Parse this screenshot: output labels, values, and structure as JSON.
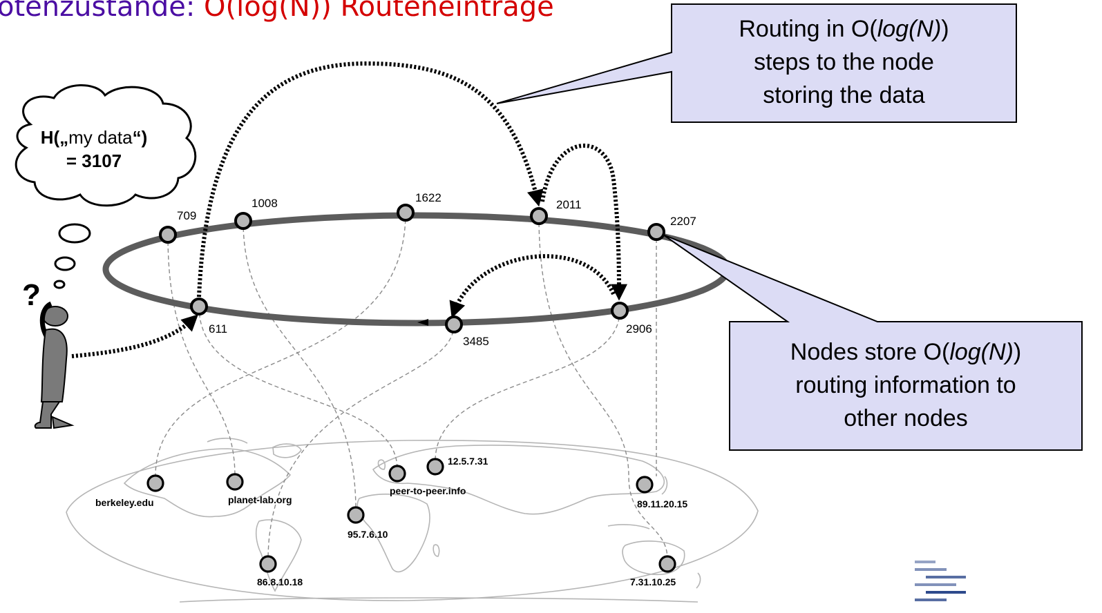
{
  "title": {
    "main_text": "otenzustände: ",
    "accent_text": "O(log(N)) Routeneinträge",
    "main_color": "#4b0ea3",
    "accent_color": "#d40000"
  },
  "callouts": {
    "routing": {
      "line1_pre": "Routing in O(",
      "line1_italic": "log(N)",
      "line1_post": ")",
      "line2": "steps to the node",
      "line3": "storing the data"
    },
    "storage": {
      "line1_pre": "Nodes store O(",
      "line1_italic": "log(N)",
      "line1_post": ")",
      "line2": "routing information to",
      "line3": "other nodes"
    },
    "fill_color": "#dcdcf5"
  },
  "thought": {
    "line1_pre": "H(",
    "line1_quote_open": "„",
    "line1_text": "my data",
    "line1_quote_close": "“",
    "line1_post": ")",
    "line2": "= 3107",
    "question_mark": "?"
  },
  "ring": {
    "color": "#5c5c5c",
    "nodes": [
      {
        "id": "709"
      },
      {
        "id": "1008"
      },
      {
        "id": "1622"
      },
      {
        "id": "2011"
      },
      {
        "id": "2207"
      },
      {
        "id": "2906"
      },
      {
        "id": "3485"
      },
      {
        "id": "611"
      }
    ]
  },
  "hosts": [
    {
      "label": "berkeley.edu"
    },
    {
      "label": "planet-lab.org"
    },
    {
      "label": "86.8.10.18"
    },
    {
      "label": "95.7.6.10"
    },
    {
      "label": "peer-to-peer.info"
    },
    {
      "label": "12.5.7.31"
    },
    {
      "label": "89.11.20.15"
    },
    {
      "label": "7.31.10.25"
    }
  ],
  "colors": {
    "node_fill": "#b8b8b8",
    "map_stroke": "#b5b5b5",
    "logo": "#2e4a8c"
  }
}
